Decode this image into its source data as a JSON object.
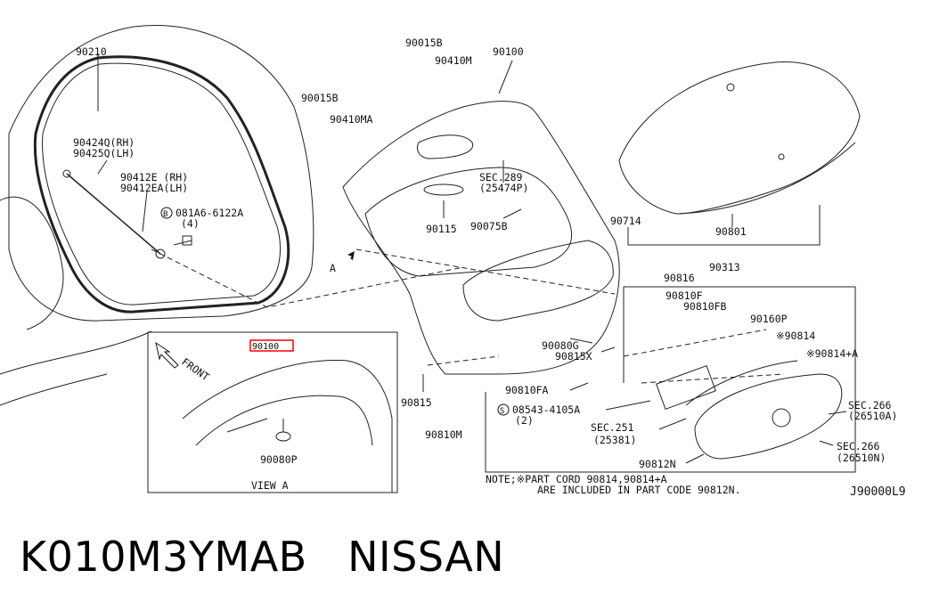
{
  "diagram": {
    "labels": {
      "p90210": "90210",
      "p90015B_top": "90015B",
      "p90410M": "90410M",
      "p90100": "90100",
      "p90015B_left": "90015B",
      "p90410MA": "90410MA",
      "p90424Q": "90424Q(RH)",
      "p90425Q": "90425Q(LH)",
      "p90412E": "90412E (RH)",
      "p90412EA": "90412EA(LH)",
      "bolt_code": "081A6-6122A",
      "bolt_qty": "(4)",
      "sec289": "SEC.289",
      "p25474P": "(25474P)",
      "p90115": "90115",
      "p90075B": "90075B",
      "p90714": "90714",
      "p90801": "90801",
      "p90313": "90313",
      "p90816": "90816",
      "p90810F": "90810F",
      "p90810FB": "90810FB",
      "p90160P": "90160P",
      "p90814": "※90814",
      "p90814A": "※90814+A",
      "p90080G": "90080G",
      "p90815X": "90815X",
      "p90815": "90815",
      "p90810FA": "90810FA",
      "screw_code": "08543-4105A",
      "screw_qty": "(2)",
      "sec251": "SEC.251",
      "p25381": "(25381)",
      "p90810M": "90810M",
      "p90812N": "90812N",
      "sec266a": "SEC.266",
      "p26510A": "(26510A)",
      "sec266b": "SEC.266",
      "p26510N": "(26510N)",
      "note_line1": "NOTE;※PART CORD 90814,90814+A",
      "note_line2": "ARE INCLUDED IN PART CODE 90812N.",
      "view_label": "VIEW A",
      "front": "FRONT",
      "view_90100": "90100",
      "view_90080P": "90080P",
      "arrow_a": "A",
      "bolt_circle": "B",
      "screw_circle": "S",
      "diagram_code": "J90000L9"
    }
  },
  "caption": "K010M3YMAB   NISSAN",
  "colors": {
    "highlight": "#ff0000",
    "ink": "#111111"
  }
}
